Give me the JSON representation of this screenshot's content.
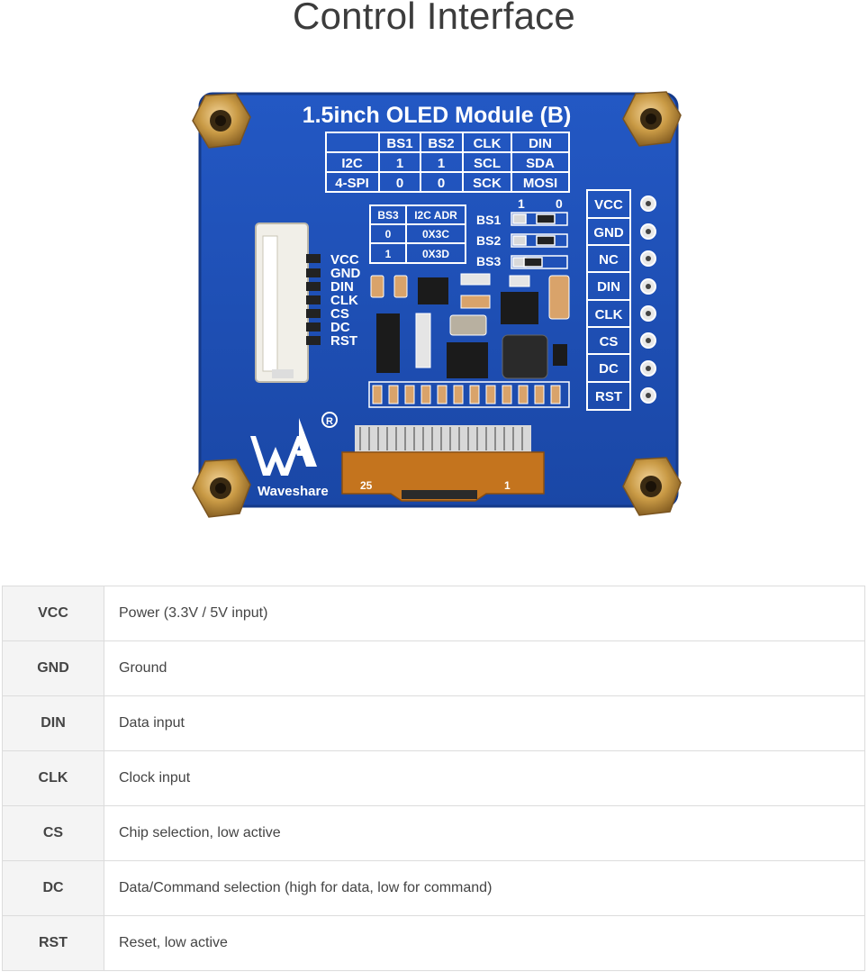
{
  "page": {
    "title": "Control Interface"
  },
  "board": {
    "title": "1.5inch OLED Module (B)",
    "mode_table": {
      "headers": [
        "",
        "BS1",
        "BS2",
        "CLK",
        "DIN"
      ],
      "rows": [
        [
          "I2C",
          "1",
          "1",
          "SCL",
          "SDA"
        ],
        [
          "4-SPI",
          "0",
          "0",
          "SCK",
          "MOSI"
        ]
      ]
    },
    "adr_table": {
      "headers": [
        "BS3",
        "I2C ADR"
      ],
      "rows": [
        [
          "0",
          "0X3C"
        ],
        [
          "1",
          "0X3D"
        ]
      ]
    },
    "switch_labels": [
      "BS1",
      "BS2",
      "BS3"
    ],
    "switch_header": [
      "1",
      "0"
    ],
    "left_pins": [
      "VCC",
      "GND",
      "DIN",
      "CLK",
      "CS",
      "DC",
      "RST"
    ],
    "right_pins": [
      "VCC",
      "GND",
      "NC",
      "DIN",
      "CLK",
      "CS",
      "DC",
      "RST"
    ],
    "brand": "Waveshare",
    "flex_numbers": [
      "25",
      "1"
    ],
    "colors": {
      "pcb": "#1f4fb3",
      "brass": "#c99a45",
      "flex": "#c4741e"
    }
  },
  "pin_table": [
    {
      "pin": "VCC",
      "desc": "Power (3.3V / 5V input)"
    },
    {
      "pin": "GND",
      "desc": "Ground"
    },
    {
      "pin": "DIN",
      "desc": "Data input"
    },
    {
      "pin": "CLK",
      "desc": "Clock input"
    },
    {
      "pin": "CS",
      "desc": "Chip selection, low active"
    },
    {
      "pin": "DC",
      "desc": "Data/Command selection (high for data, low for command)"
    },
    {
      "pin": "RST",
      "desc": "Reset, low active"
    }
  ]
}
